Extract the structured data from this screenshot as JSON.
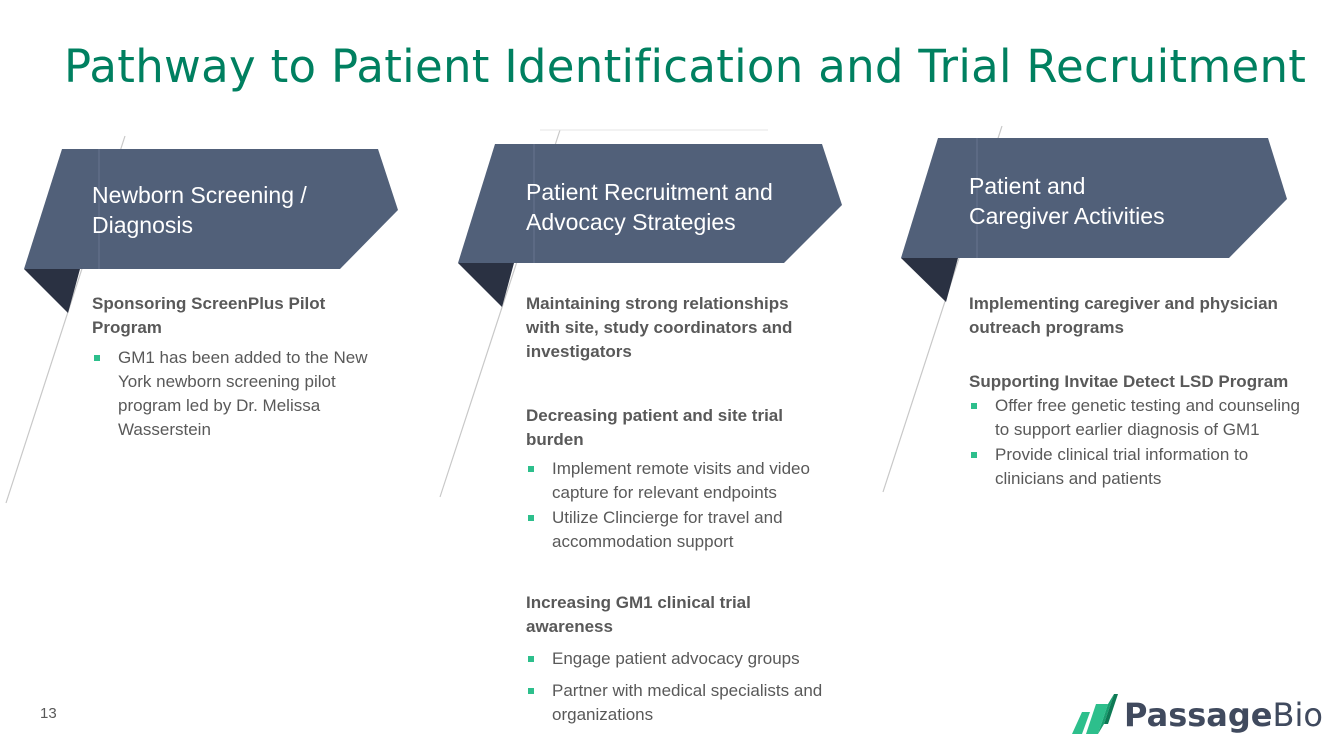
{
  "title": "Pathway to Patient Identification and Trial Recruitment",
  "page_number": "13",
  "logo": {
    "word1": "Passage",
    "word2": "Bio"
  },
  "colors": {
    "title_green": "#008060",
    "banner_blue": "#516079",
    "banner_dark": "#2a3142",
    "bullet_green": "#2dbf8c",
    "body_gray": "#595959"
  },
  "columns": [
    {
      "banner": [
        "Newborn Screening /",
        "Diagnosis"
      ],
      "sections": [
        {
          "heading": [
            "Sponsoring ScreenPlus Pilot",
            "Program"
          ],
          "bullets": [
            [
              "GM1 has been added to the New",
              "York newborn screening pilot",
              "program led by Dr. Melissa",
              "Wasserstein"
            ]
          ]
        }
      ]
    },
    {
      "banner": [
        "Patient Recruitment and",
        "Advocacy Strategies"
      ],
      "sections": [
        {
          "heading": [
            "Maintaining strong relationships",
            "with site, study coordinators and",
            "investigators"
          ],
          "bullets": []
        },
        {
          "heading": [
            "Decreasing patient and site trial",
            "burden"
          ],
          "bullets": [
            [
              "Implement remote visits and video",
              "capture for relevant endpoints"
            ],
            [
              "Utilize Clincierge for travel and",
              "accommodation support"
            ]
          ]
        },
        {
          "heading": [
            "Increasing GM1 clinical trial",
            "awareness"
          ],
          "bullets": [
            [
              "Engage patient advocacy groups"
            ],
            [
              "Partner with medical specialists and",
              "organizations"
            ]
          ]
        }
      ]
    },
    {
      "banner": [
        "Patient and",
        "Caregiver Activities"
      ],
      "sections": [
        {
          "heading": [
            "Implementing caregiver and physician",
            "outreach programs"
          ],
          "bullets": []
        },
        {
          "heading": [
            "Supporting Invitae Detect LSD Program"
          ],
          "bullets": [
            [
              "Offer free genetic testing and counseling",
              "to support earlier diagnosis of GM1"
            ],
            [
              "Provide clinical trial information to",
              "clinicians and patients"
            ]
          ]
        }
      ]
    }
  ]
}
